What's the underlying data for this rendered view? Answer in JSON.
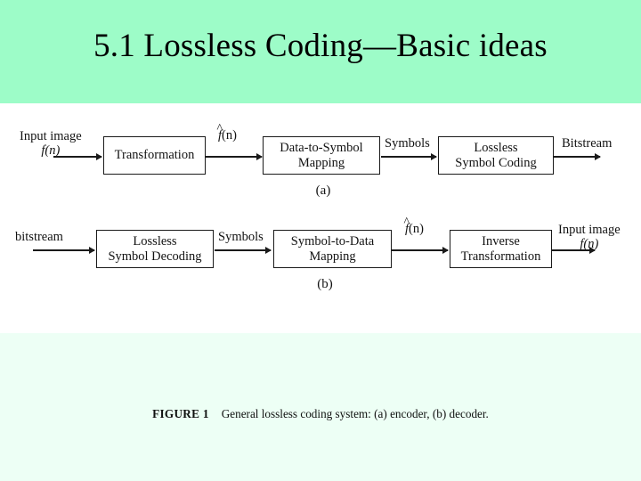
{
  "slide": {
    "title": "5.1 Lossless Coding—Basic ideas",
    "title_band_color": "#9dfcc8",
    "lower_band_color": "#edfff5",
    "background_color": "#ffffff"
  },
  "figure": {
    "caption_label": "FIGURE 1",
    "caption_text": "General lossless coding system: (a) encoder, (b) decoder.",
    "encoder": {
      "sublabel": "(a)",
      "input_label_line1": "Input image",
      "input_label_line2": "f(n)",
      "box1_line1": "Transformation",
      "mid_label1_base": "f",
      "mid_label1_hat": "^",
      "mid_label1_suffix": "(n)",
      "box2_line1": "Data-to-Symbol",
      "box2_line2": "Mapping",
      "mid_label2": "Symbols",
      "box3_line1": "Lossless",
      "box3_line2": "Symbol Coding",
      "output_label": "Bitstream"
    },
    "decoder": {
      "sublabel": "(b)",
      "input_label": "bitstream",
      "box1_line1": "Lossless",
      "box1_line2": "Symbol Decoding",
      "mid_label1": "Symbols",
      "box2_line1": "Symbol-to-Data",
      "box2_line2": "Mapping",
      "mid_label2_base": "f",
      "mid_label2_hat": "^",
      "mid_label2_suffix": "(n)",
      "box3_line1": "Inverse",
      "box3_line2": "Transformation",
      "output_label_line1": "Input image",
      "output_label_line2": "f(n)"
    }
  }
}
